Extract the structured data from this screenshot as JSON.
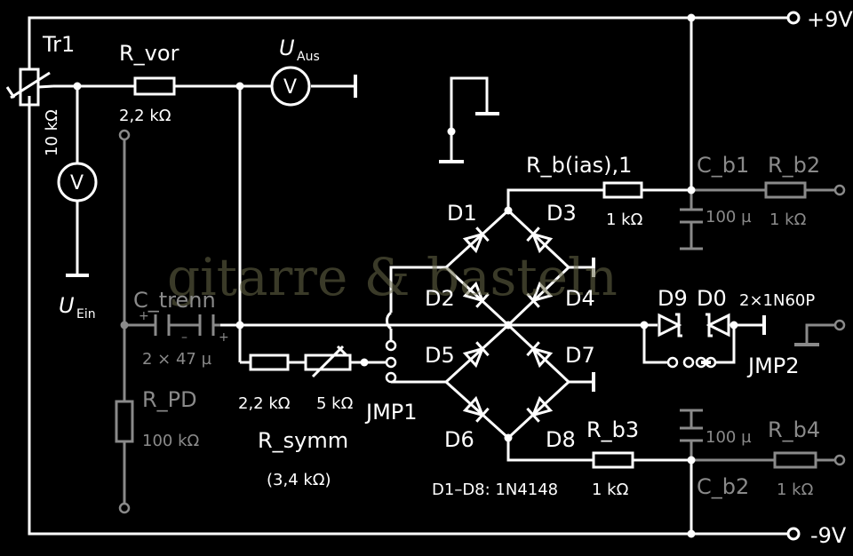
{
  "labels": {
    "tr1": "Tr1",
    "tr1_value": "10 kΩ",
    "r_vor": "R_vor",
    "r_vor_value": "2,2 kΩ",
    "u_aus_main": "U",
    "u_aus_sub": "Aus",
    "u_ein_main": "U",
    "u_ein_sub": "Ein",
    "meter_symbol": "V",
    "plus9v": "+9V",
    "minus9v": "-9V",
    "r_bias1": "R_b(ias),1",
    "r_bias1_value": "1 kΩ",
    "c_b1": "C_b1",
    "c_b1_value": "100 µ",
    "r_b2": "R_b2",
    "r_b2_value": "1 kΩ",
    "d1": "D1",
    "d2": "D2",
    "d3": "D3",
    "d4": "D4",
    "d5": "D5",
    "d6": "D6",
    "d7": "D7",
    "d8": "D8",
    "d9": "D9",
    "d0": "D0",
    "d9d0_type": "2×1N60P",
    "jmp2": "JMP2",
    "jmp1": "JMP1",
    "c_trenn": "C_trenn",
    "c_trenn_value": "2 × 47 µ",
    "r_pd": "R_PD",
    "r_pd_value": "100 kΩ",
    "r_symm_fixed_value": "2,2 kΩ",
    "r_symm_pot_value": "5 kΩ",
    "r_symm": "R_symm",
    "r_symm_total": "(3,4 kΩ)",
    "r_b3": "R_b3",
    "r_b3_value": "1 kΩ",
    "c_b2": "C_b2",
    "c_b2_value": "100 µ",
    "r_b4": "R_b4",
    "r_b4_value": "1 kΩ",
    "diode_types": "D1–D8: 1N4148",
    "plus_sign": "+",
    "minus_sign": "–",
    "watermark": "gitarre & basteln"
  },
  "colors": {
    "wire": "#ffffff",
    "optional_part": "#8a8a8a",
    "background": "#000000",
    "watermark": "#6a6a4a"
  }
}
